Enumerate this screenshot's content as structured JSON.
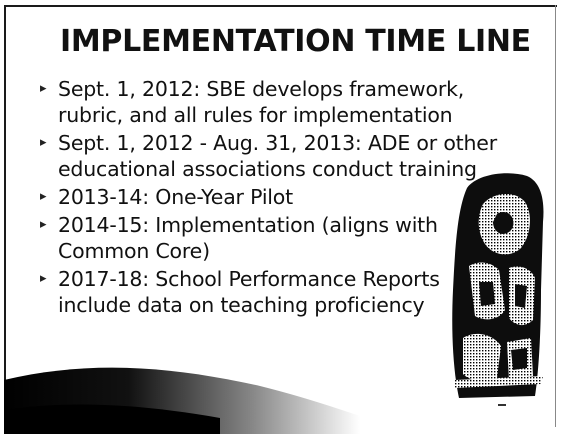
{
  "slide": {
    "title": "IMPLEMENTATION TIME LINE",
    "bullet_icon": "triangle-right-icon",
    "bullets": [
      {
        "lines": [
          "Sept. 1, 2012: SBE develops framework,",
          "rubric, and all rules for implementation"
        ]
      },
      {
        "lines": [
          "Sept. 1, 2012 - Aug. 31, 2013: ADE or other",
          "educational associations conduct training"
        ]
      },
      {
        "lines": [
          "2013-14: One-Year Pilot"
        ]
      },
      {
        "lines": [
          "2014-15: Implementation (aligns with",
          "Common Core)"
        ]
      },
      {
        "lines": [
          "2017-18: School Performance Reports",
          "include data on teaching proficiency"
        ]
      }
    ]
  }
}
